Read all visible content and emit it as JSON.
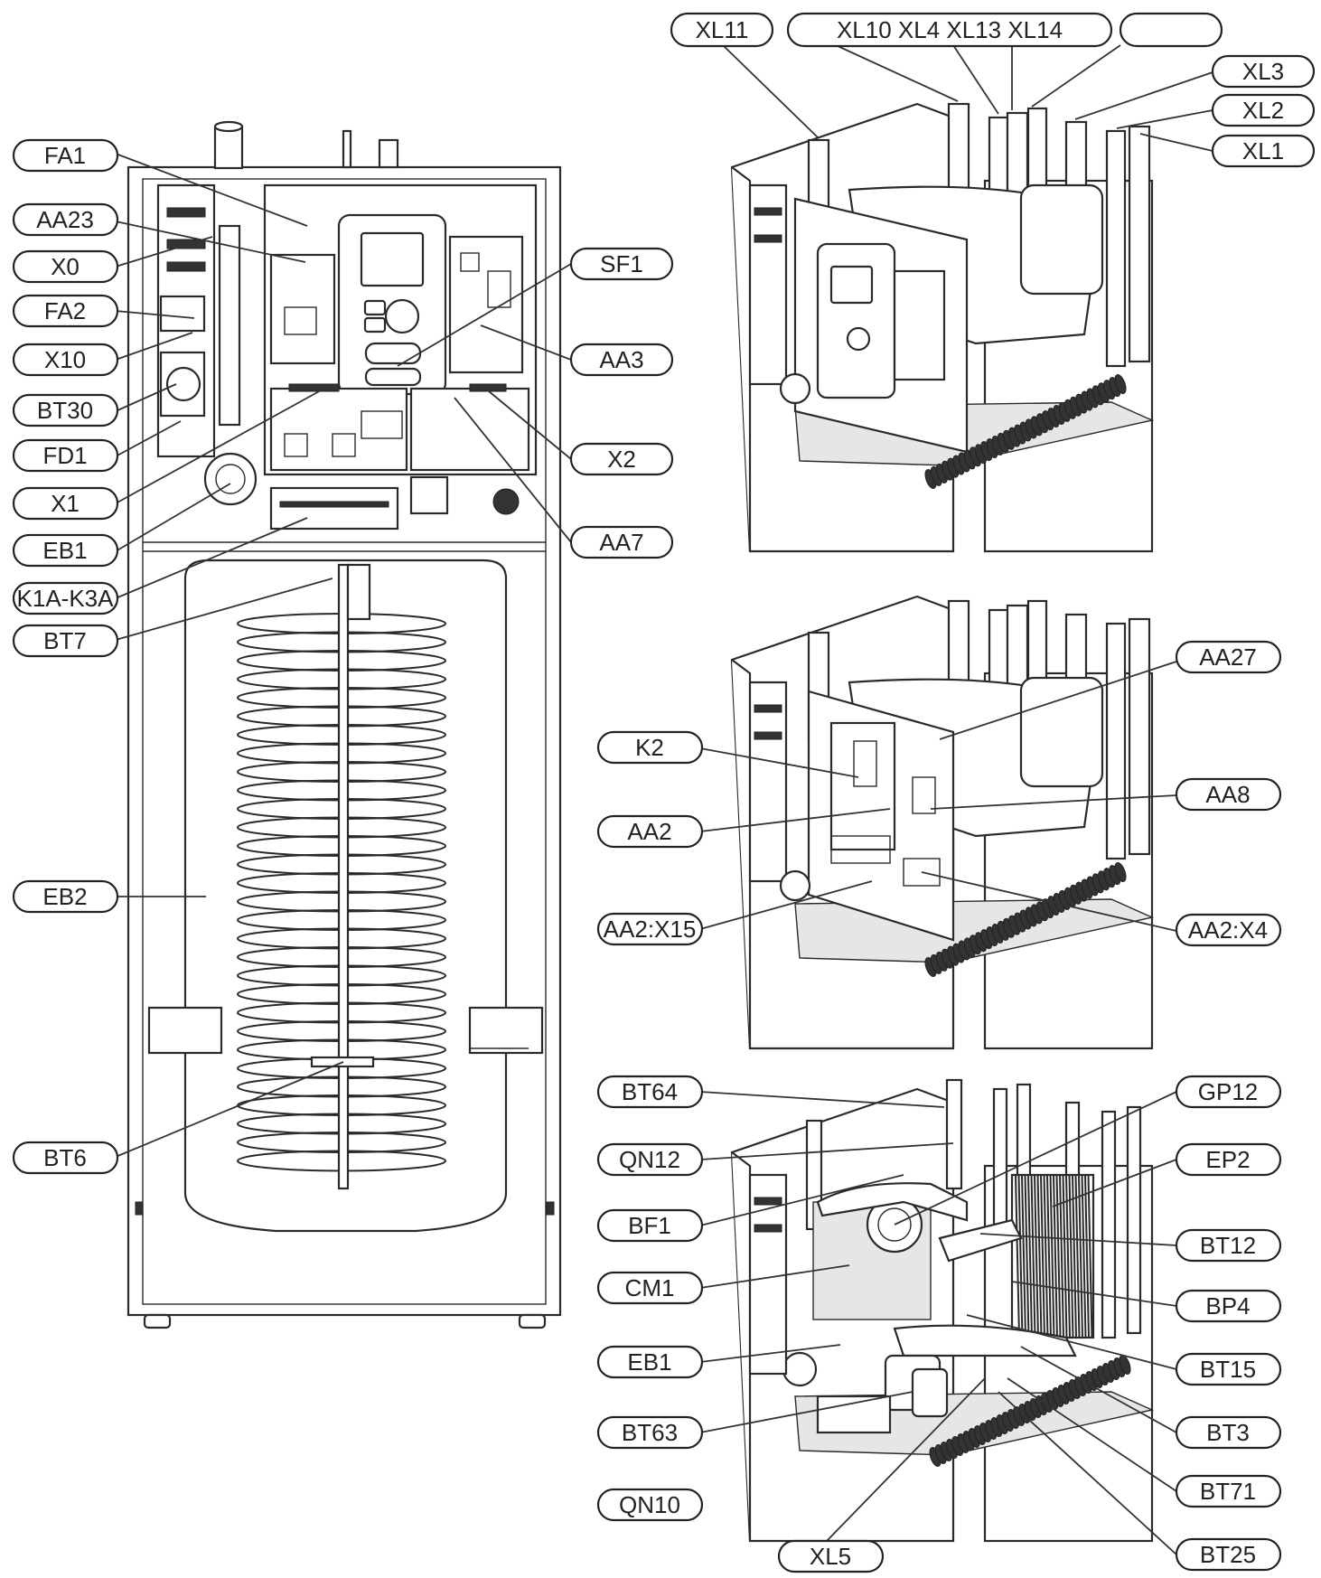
{
  "labels": {
    "XL11": "XL11",
    "XL10": "XL10 XL4 XL13 XL14",
    "XL_blank": "",
    "XL3": "XL3",
    "XL2": "XL2",
    "XL1": "XL1",
    "FA1": "FA1",
    "AA23": "AA23",
    "X0": "X0",
    "FA2": "FA2",
    "X10": "X10",
    "BT30": "BT30",
    "FD1": "FD1",
    "X1": "X1",
    "EB1_left": "EB1",
    "K1A": "K1A-K3A",
    "BT7": "BT7",
    "EB2": "EB2",
    "BT6": "BT6",
    "SF1": "SF1",
    "AA3": "AA3",
    "X2": "X2",
    "AA7": "AA7",
    "AA27": "AA27",
    "K2": "K2",
    "AA8": "AA8",
    "AA2": "AA2",
    "AA2X15": "AA2:X15",
    "AA2X4": "AA2:X4",
    "BT64": "BT64",
    "GP12": "GP12",
    "QN12": "QN12",
    "EP2": "EP2",
    "BF1": "BF1",
    "BT12": "BT12",
    "CM1": "CM1",
    "BP4": "BP4",
    "EB1_right": "EB1",
    "BT15": "BT15",
    "BT63": "BT63",
    "BT3": "BT3",
    "QN10": "QN10",
    "BT71": "BT71",
    "XL5": "XL5",
    "BT25": "BT25"
  }
}
